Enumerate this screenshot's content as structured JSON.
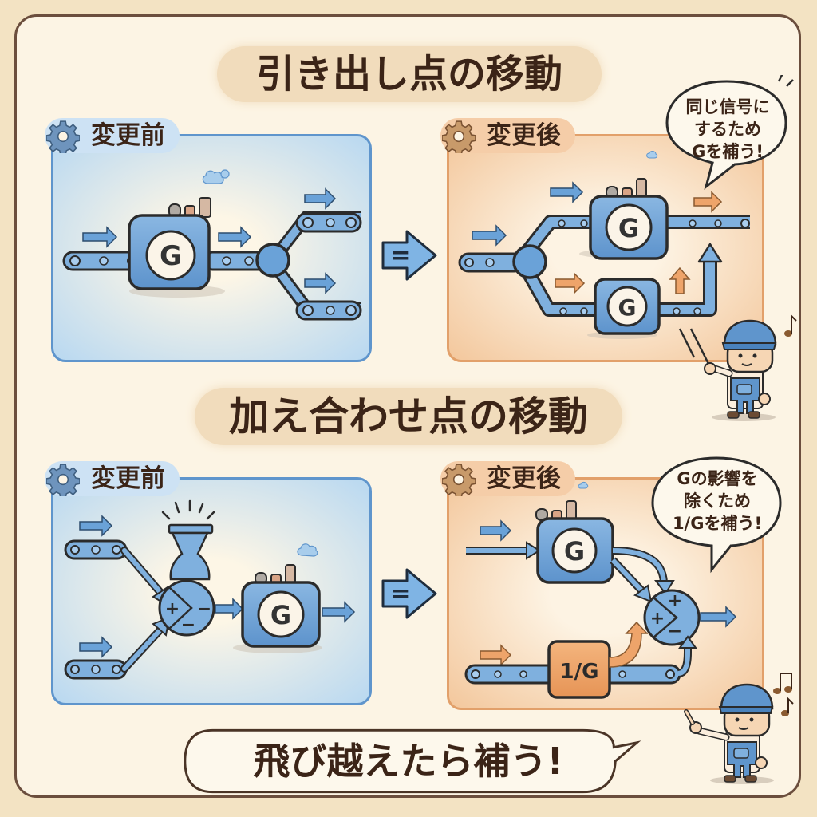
{
  "sections": [
    {
      "title": "引き出し点の移動",
      "before": {
        "label": "変更前",
        "block": "G"
      },
      "after": {
        "label": "変更後",
        "blocks": [
          "G",
          "G"
        ]
      },
      "comment": [
        "同じ信号に",
        "するため",
        "Gを補う!"
      ]
    },
    {
      "title": "加え合わせ点の移動",
      "before": {
        "label": "変更前",
        "block": "G",
        "summing_signs": [
          "+",
          "−",
          "−"
        ]
      },
      "after": {
        "label": "変更後",
        "blocks": [
          "G",
          "1/G"
        ],
        "summing_signs": [
          "+",
          "+",
          "−"
        ]
      },
      "comment": [
        "Gの影響を",
        "除くため",
        "1/Gを補う!"
      ]
    }
  ],
  "transition_symbol": "=",
  "conclusion": "飛び越えたら補う!",
  "colors": {
    "background": "#f3e3c3",
    "paper": "#fcf4e4",
    "frame": "#6b4e3d",
    "text": "#3b2417",
    "blue_block": "#6a9fd4",
    "blue_border": "#5f95cc",
    "orange_block": "#eea46a",
    "orange_border": "#e2a06a",
    "title_pill": "#f1dcbc"
  }
}
